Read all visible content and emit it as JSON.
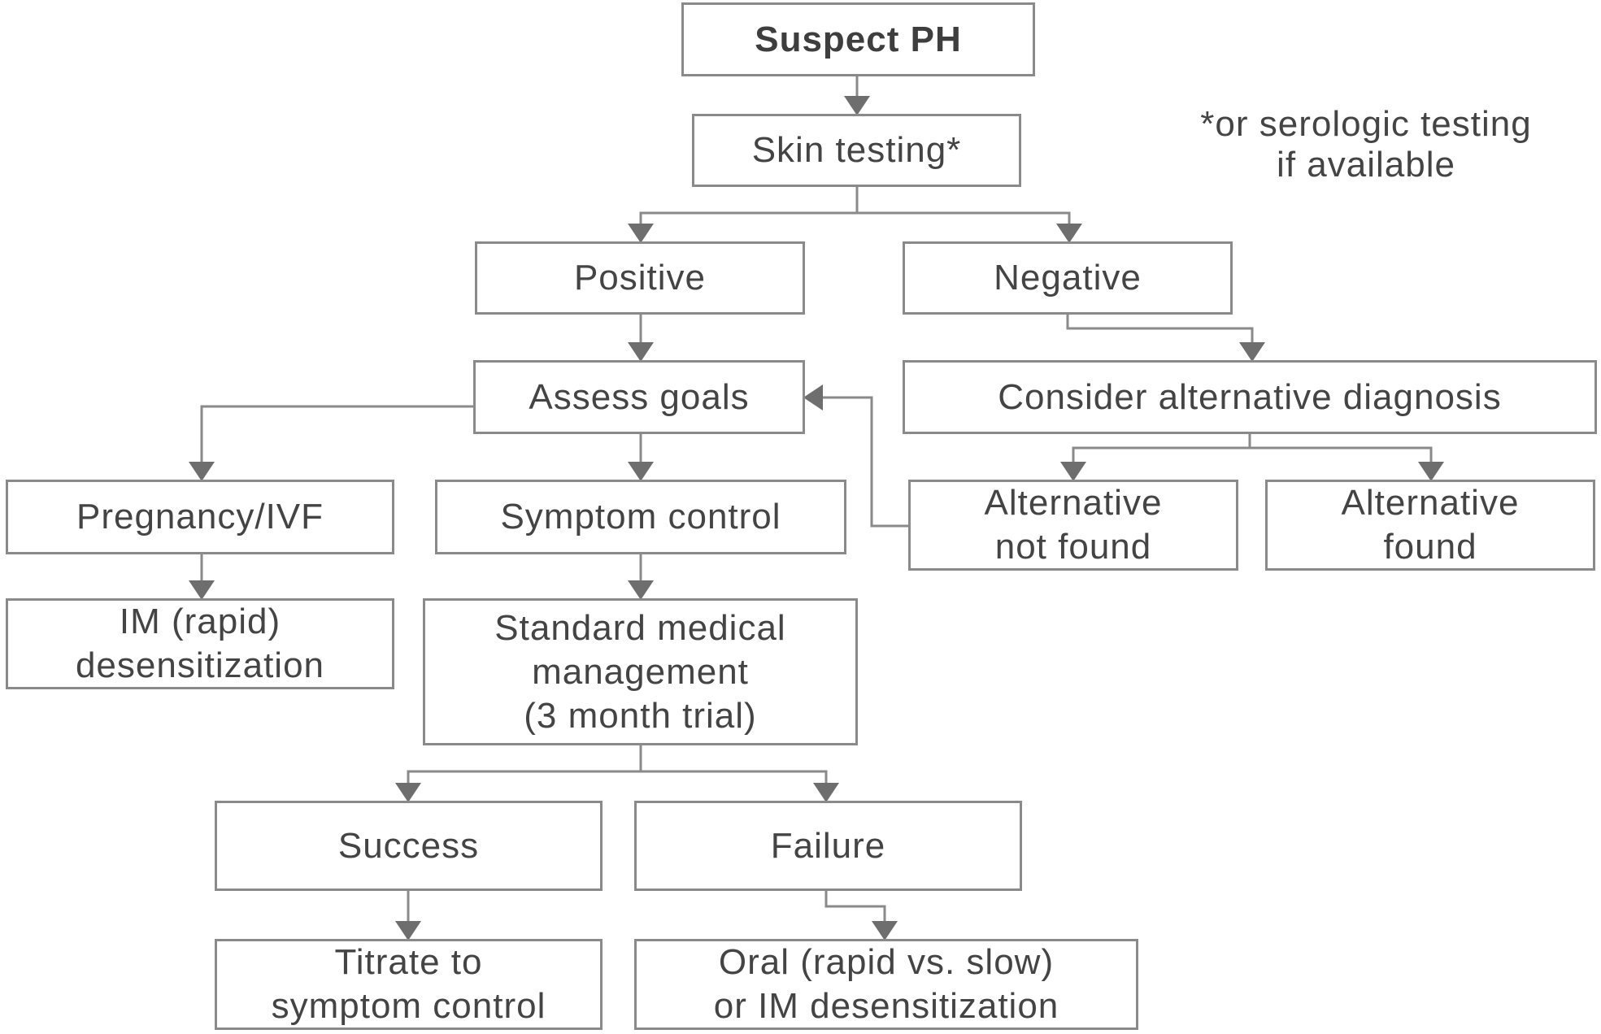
{
  "diagram": {
    "colors": {
      "line": "#8a8a8a",
      "arrow": "#6e6e6e",
      "text": "#444444"
    },
    "nodes": {
      "suspect_ph": "Suspect PH",
      "skin_testing": "Skin testing*",
      "positive": "Positive",
      "negative": "Negative",
      "assess_goals": "Assess goals",
      "consider_alternative": "Consider alternative diagnosis",
      "pregnancy_ivf": "Pregnancy/IVF",
      "symptom_control": "Symptom control",
      "alternative_not_found": "Alternative\nnot found",
      "alternative_found": "Alternative\nfound",
      "im_rapid": "IM (rapid)\ndesensitization",
      "standard_management": "Standard medical\nmanagement\n(3 month trial)",
      "success": "Success",
      "failure": "Failure",
      "titrate": "Titrate to\nsymptom control",
      "oral_desensitization": "Oral (rapid vs. slow)\nor IM desensitization"
    },
    "footnote": "*or serologic testing\nif available",
    "edges": [
      {
        "from": "suspect_ph",
        "to": "skin_testing"
      },
      {
        "from": "skin_testing",
        "to": "positive"
      },
      {
        "from": "skin_testing",
        "to": "negative"
      },
      {
        "from": "positive",
        "to": "assess_goals"
      },
      {
        "from": "negative",
        "to": "consider_alternative"
      },
      {
        "from": "assess_goals",
        "to": "pregnancy_ivf"
      },
      {
        "from": "assess_goals",
        "to": "symptom_control"
      },
      {
        "from": "consider_alternative",
        "to": "alternative_not_found"
      },
      {
        "from": "consider_alternative",
        "to": "alternative_found"
      },
      {
        "from": "alternative_not_found",
        "to": "assess_goals"
      },
      {
        "from": "pregnancy_ivf",
        "to": "im_rapid"
      },
      {
        "from": "symptom_control",
        "to": "standard_management"
      },
      {
        "from": "standard_management",
        "to": "success"
      },
      {
        "from": "standard_management",
        "to": "failure"
      },
      {
        "from": "success",
        "to": "titrate"
      },
      {
        "from": "failure",
        "to": "oral_desensitization"
      }
    ]
  }
}
